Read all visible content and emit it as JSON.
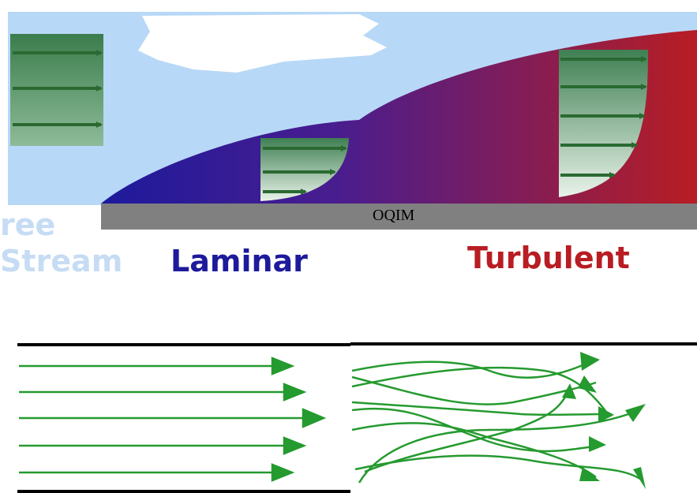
{
  "labels": {
    "free_line1": "ree",
    "free_line2": "Stream",
    "laminar": "Laminar",
    "turbulent": "Turbulent",
    "plate": "OQIM"
  },
  "colors": {
    "sky": "#b8d8f7",
    "laminar": "#1d1a9c",
    "turbulent": "#b81d23",
    "plate": "#808080",
    "profile_dark": "#3f7f52",
    "arrow_dark": "#2a6a32",
    "flow_green": "#259a2f",
    "free_text": "#c6dcf4",
    "wall": "#000000"
  }
}
